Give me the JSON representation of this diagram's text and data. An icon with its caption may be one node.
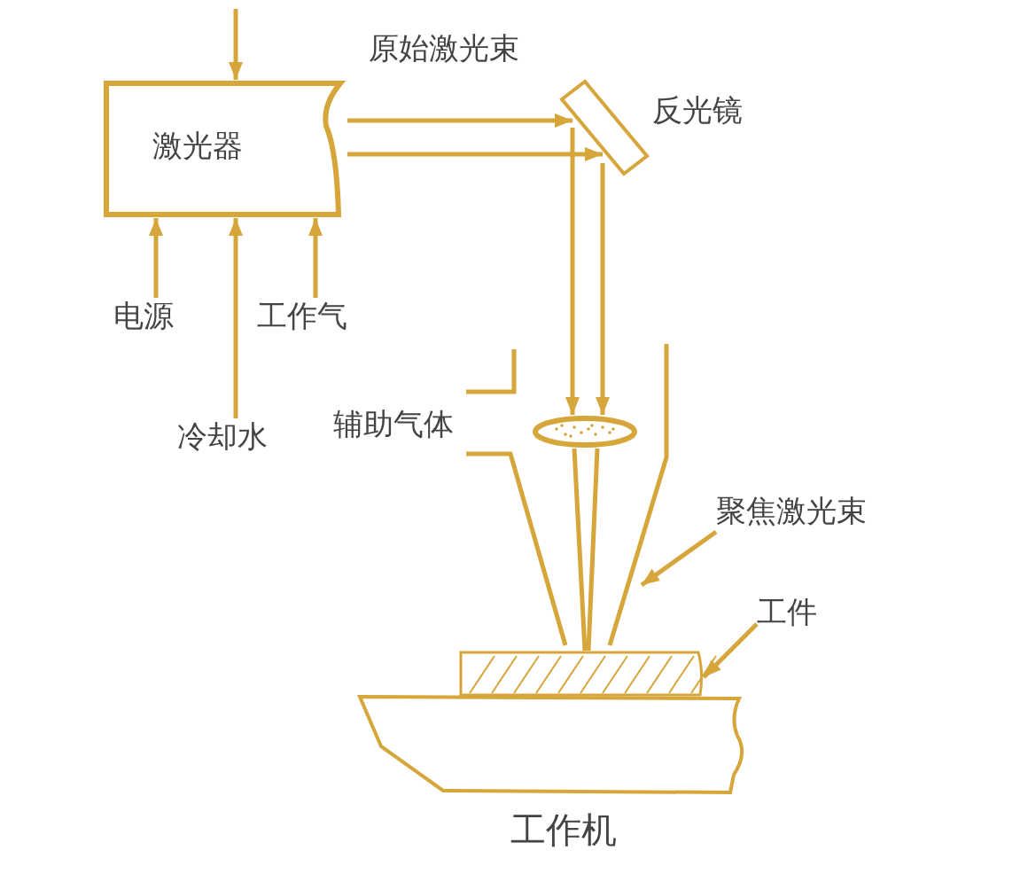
{
  "diagram": {
    "nodes": [
      {
        "text": [
          "激光器"
        ]
      },
      {
        "text": [],
        "shape": "box",
        "beside": [
          "反光镜"
        ]
      },
      {
        "text": [
          "电源"
        ]
      },
      {
        "text": [
          "工作气"
        ]
      },
      {
        "text": [
          "冷却水"
        ]
      },
      {
        "text": [],
        "shape": "lens"
      },
      {
        "text": [
          "聚焦激光束"
        ]
      },
      {
        "text": [
          "工件"
        ]
      },
      {
        "text": [],
        "shape": "box"
      },
      {
        "text": [
          "工作机"
        ]
      }
    ],
    "edges": [
      {
        "from": null,
        "to": 0,
        "arrow": "to"
      },
      {
        "from": 0,
        "to": 1,
        "arrow": "to"
      },
      {
        "from": 0,
        "to": 1,
        "arrow": "to"
      },
      {
        "from": 2,
        "to": 0,
        "arrow": "to"
      },
      {
        "from": 4,
        "to": 0,
        "arrow": "to"
      },
      {
        "from": 3,
        "to": 0,
        "arrow": "to"
      },
      {
        "from": 1,
        "to": 5,
        "arrow": "to"
      },
      {
        "from": 1,
        "to": 5,
        "arrow": "to"
      },
      {
        "from": 5,
        "to": 8,
        "arrow": "none"
      },
      {
        "from": 5,
        "to": 8,
        "arrow": "none"
      },
      {
        "from": 6,
        "to": null,
        "arrow": "to"
      },
      {
        "from": 7,
        "to": 8,
        "arrow": "to"
      }
    ],
    "labels": [
      "原始激光束",
      "辅助气体"
    ]
  }
}
